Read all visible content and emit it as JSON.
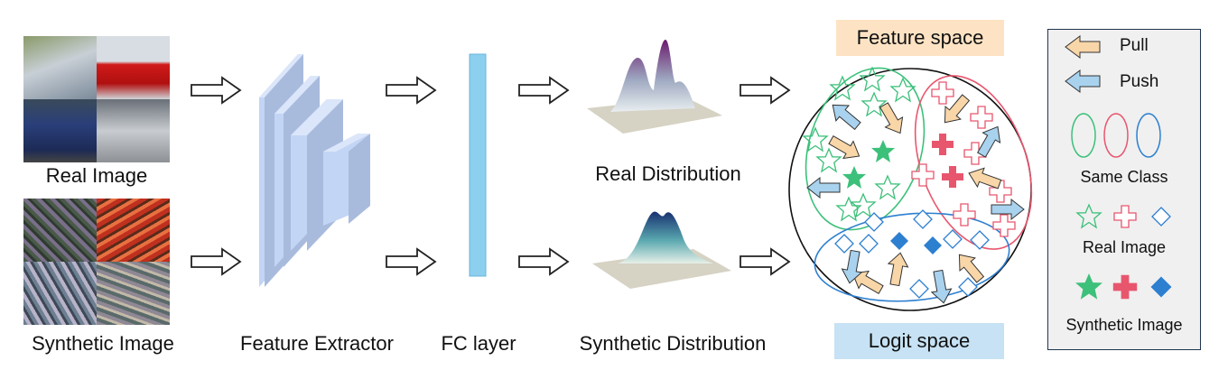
{
  "labels": {
    "real_image": "Real Image",
    "synthetic_image": "Synthetic Image",
    "feature_extractor": "Feature Extractor",
    "fc_layer": "FC layer",
    "real_distribution": "Real Distribution",
    "synthetic_distribution": "Synthetic Distribution",
    "feature_space": "Feature space",
    "logit_space": "Logit space"
  },
  "legend": {
    "pull": "Pull",
    "push": "Push",
    "same_class": "Same Class",
    "real_image": "Real Image",
    "synthetic_image": "Synthetic Image"
  },
  "colors": {
    "pull_arrow": "#f8d6a8",
    "push_arrow": "#a9d2ee",
    "class_green": "#3cc07a",
    "class_red": "#e8566e",
    "class_blue": "#2d7fd0",
    "feature_space_bg": "#fde3c4",
    "logit_space_bg": "#c6e2f4",
    "extractor_blue": "#c3d5f4",
    "fc_blue": "#8ccfee",
    "legend_bg": "#f0f0f0"
  }
}
